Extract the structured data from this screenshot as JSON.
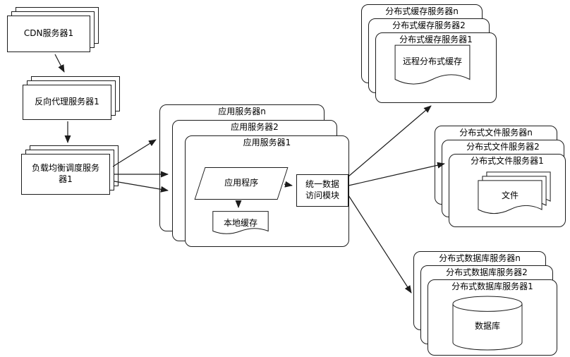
{
  "diagram": {
    "background": "#ffffff",
    "stroke_color": "#1c1c1c",
    "fill_color": "#ffffff",
    "nodes": {
      "cdn": {
        "label": "CDN服务器1",
        "shape": "stacked-rectangles"
      },
      "reverse_proxy": {
        "label": "反向代理服务器1",
        "shape": "stacked-rectangles"
      },
      "load_balancer": {
        "label": "负载均衡调度服务\n器1",
        "shape": "stacked-rectangles"
      },
      "app_servers": {
        "shape": "stacked-rounded-rectangles",
        "layers": [
          "应用服务器n",
          "应用服务器2",
          "应用服务器1"
        ]
      },
      "application": {
        "label": "应用程序",
        "shape": "parallelogram"
      },
      "local_cache": {
        "label": "本地缓存",
        "shape": "document"
      },
      "data_access": {
        "label": "统一数据\n访问模块",
        "shape": "rectangle"
      },
      "cache_servers": {
        "shape": "stacked-rounded-rectangles",
        "layers": [
          "分布式缓存服务器n",
          "分布式缓存服务器2",
          "分布式缓存服务器1"
        ],
        "inner_label": "远程分布式缓存",
        "inner_shape": "document"
      },
      "file_servers": {
        "shape": "stacked-rounded-rectangles",
        "layers": [
          "分布式文件服务器n",
          "分布式文件服务器2",
          "分布式文件服务器1"
        ],
        "inner_label": "文件",
        "inner_shape": "stacked-documents"
      },
      "db_servers": {
        "shape": "stacked-rounded-rectangles",
        "layers": [
          "分布式数据库服务器n",
          "分布式数据库服务器2",
          "分布式数据库服务器1"
        ],
        "inner_label": "数据库",
        "inner_shape": "cylinder"
      }
    },
    "edges": [
      {
        "from": "cdn",
        "to": "reverse_proxy"
      },
      {
        "from": "reverse_proxy",
        "to": "load_balancer"
      },
      {
        "from": "load_balancer",
        "to": "app_server_layer_n"
      },
      {
        "from": "load_balancer",
        "to": "app_server_layer_2"
      },
      {
        "from": "load_balancer",
        "to": "app_server_layer_1"
      },
      {
        "from": "application",
        "to": "data_access"
      },
      {
        "from": "application",
        "to": "local_cache"
      },
      {
        "from": "data_access",
        "to": "cache_servers"
      },
      {
        "from": "data_access",
        "to": "file_servers"
      },
      {
        "from": "data_access",
        "to": "db_servers"
      }
    ]
  }
}
